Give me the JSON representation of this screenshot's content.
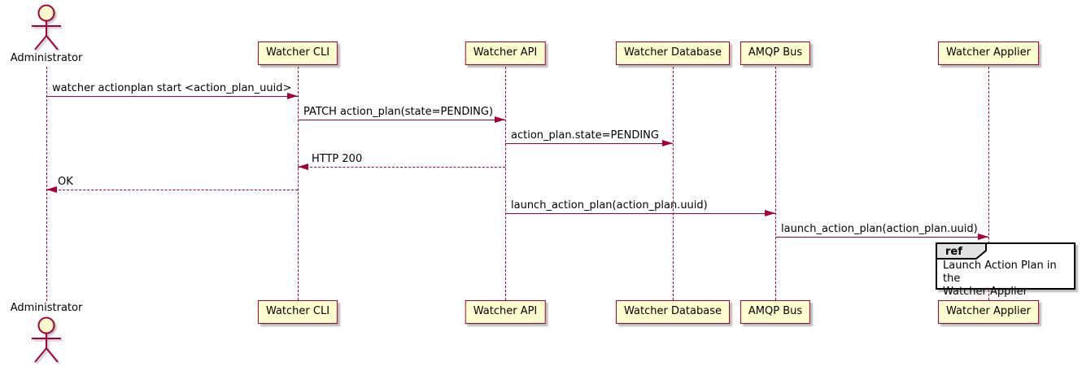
{
  "diagram_type": "uml-sequence-diagram",
  "actor": {
    "name": "Administrator"
  },
  "participants": [
    {
      "name": "Watcher CLI"
    },
    {
      "name": "Watcher API"
    },
    {
      "name": "Watcher Database"
    },
    {
      "name": "AMQP Bus"
    },
    {
      "name": "Watcher Applier"
    }
  ],
  "messages": [
    {
      "text": "watcher actionplan start <action_plan_uuid>",
      "from": "Administrator",
      "to": "Watcher CLI",
      "line": "solid"
    },
    {
      "text": "PATCH action_plan(state=PENDING)",
      "from": "Watcher CLI",
      "to": "Watcher API",
      "line": "solid"
    },
    {
      "text": "action_plan.state=PENDING",
      "from": "Watcher API",
      "to": "Watcher Database",
      "line": "solid"
    },
    {
      "text": "HTTP 200",
      "from": "Watcher API",
      "to": "Watcher CLI",
      "line": "dashed"
    },
    {
      "text": "OK",
      "from": "Watcher CLI",
      "to": "Administrator",
      "line": "dashed"
    },
    {
      "text": "launch_action_plan(action_plan.uuid)",
      "from": "Watcher API",
      "to": "AMQP Bus",
      "line": "solid"
    },
    {
      "text": "launch_action_plan(action_plan.uuid)",
      "from": "AMQP Bus",
      "to": "Watcher Applier",
      "line": "solid"
    }
  ],
  "ref": {
    "tab_label": "ref",
    "text": "Launch Action Plan in the\nWatcher Applier"
  },
  "colors": {
    "stroke": "#A80036",
    "participant_fill": "#FEFECE",
    "text": "#000000",
    "ref_border": "#000000",
    "ref_tab_fill": "#E2E2E2"
  }
}
